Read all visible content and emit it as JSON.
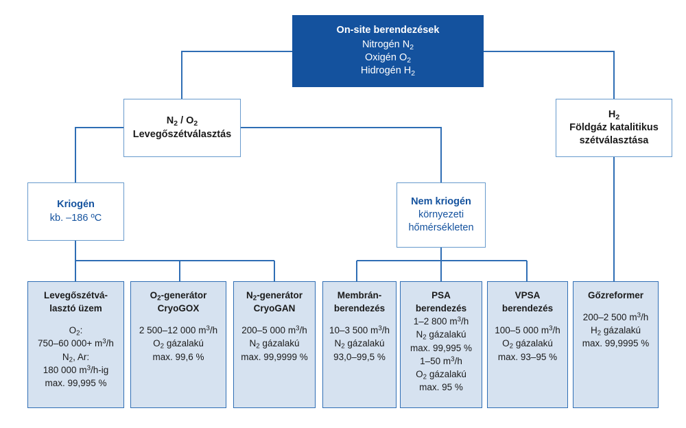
{
  "diagram": {
    "title_text": "On-site berendezesek gas supply tree",
    "colors": {
      "root_fill": "#14529E",
      "root_text": "#FFFFFF",
      "line": "#2E6DB4",
      "leaf_fill": "#D6E2F0",
      "leaf_border": "#2E6DB4",
      "plain_border": "#6699CC",
      "blue_text": "#14529E",
      "body_text": "#1A1A1A",
      "background": "#FFFFFF"
    },
    "root": {
      "header": "On-site berendezések",
      "lines": [
        "Nitrogén N₂",
        "Oxigén O₂",
        "Hidrogén H₂"
      ]
    },
    "branches": [
      {
        "id": "air-separation",
        "lines": [
          "N₂ / O₂",
          "Levegőszétválasztás"
        ]
      },
      {
        "id": "hydrogen",
        "lines": [
          "H₂",
          "Földgáz katalitikus",
          "szétválasztása"
        ]
      }
    ],
    "subbranches": [
      {
        "id": "cryogenic",
        "header": "Kriogén",
        "lines": [
          "kb. –186 ºC"
        ]
      },
      {
        "id": "non-cryogenic",
        "header": "Nem kriogén",
        "lines": [
          "környezeti",
          "hőmérsékleten"
        ]
      }
    ],
    "leaves": [
      {
        "id": "air-separation-plant",
        "header": [
          "Levegőszétvá-",
          "lasztó üzem"
        ],
        "gap": true,
        "lines": [
          "O₂:",
          "750–60 000+ m³/h",
          "N₂, Ar:",
          "180 000 m³/h-ig",
          "max. 99,995 %"
        ]
      },
      {
        "id": "o2-generator-cryogox",
        "header": [
          "O₂-generátor",
          "CryoGOX"
        ],
        "gap": true,
        "lines": [
          "2 500–12 000 m³/h",
          "O₂ gázalakú",
          "max. 99,6 %"
        ]
      },
      {
        "id": "n2-generator-cryogan",
        "header": [
          "N₂-generátor",
          "CryoGAN"
        ],
        "gap": true,
        "lines": [
          "200–5 000 m³/h",
          "N₂ gázalakú",
          "max. 99,9999 %"
        ]
      },
      {
        "id": "membrane-unit",
        "header": [
          "Membrán-",
          "berendezés"
        ],
        "gap": true,
        "lines": [
          "10–3 500 m³/h",
          "N₂ gázalakú",
          "93,0–99,5 %"
        ]
      },
      {
        "id": "psa-unit",
        "header": [
          "PSA",
          "berendezés"
        ],
        "gap": false,
        "lines": [
          "1–2 800 m³/h",
          "N₂ gázalakú",
          "max. 99,995 %",
          "1–50 m³/h",
          "O₂ gázalakú",
          "max. 95 %"
        ]
      },
      {
        "id": "vpsa-unit",
        "header": [
          "VPSA",
          "berendezés"
        ],
        "gap": true,
        "lines": [
          "100–5 000 m³/h",
          "O₂ gázalakú",
          "max. 93–95 %"
        ]
      },
      {
        "id": "steam-reformer",
        "header": [
          "Gőzreformer"
        ],
        "gap": true,
        "lines": [
          "200–2 500 m³/h",
          "H₂ gázalakú",
          "max. 99,9995 %"
        ]
      }
    ]
  }
}
